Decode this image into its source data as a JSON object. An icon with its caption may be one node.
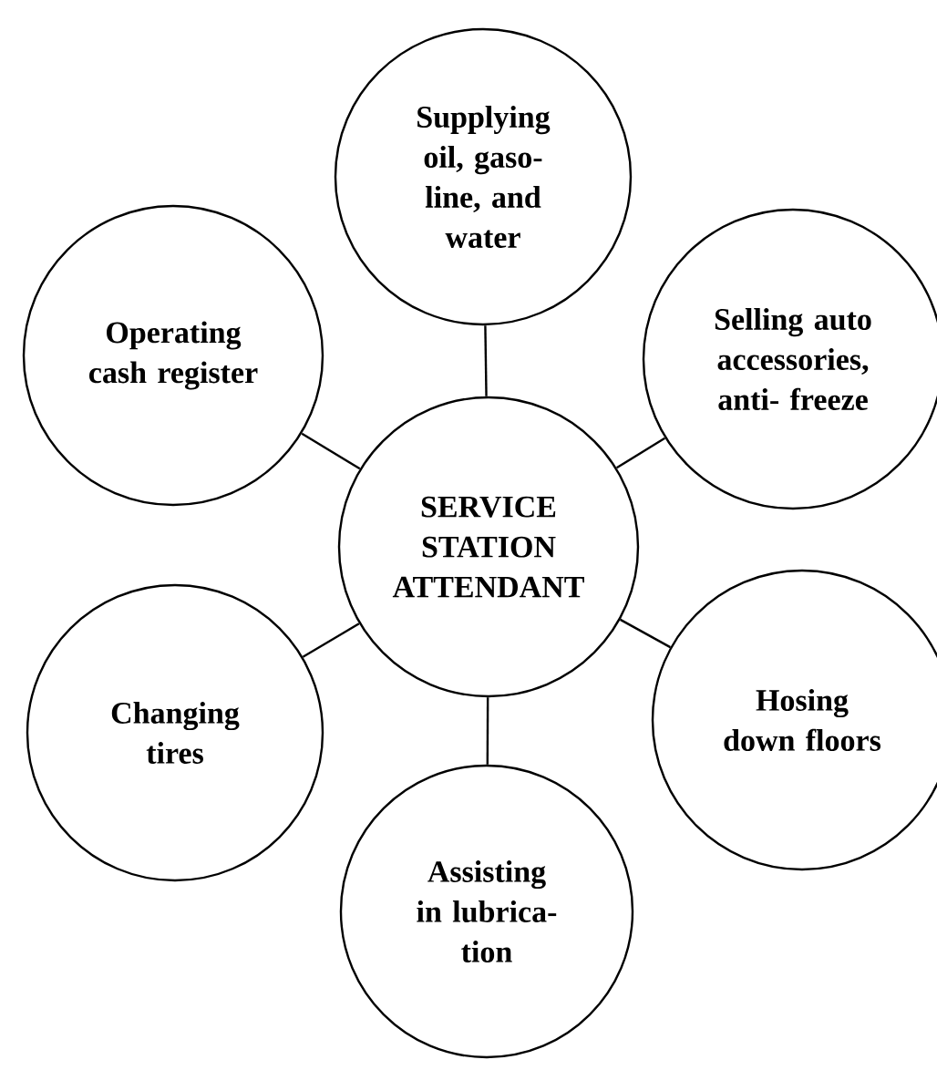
{
  "diagram": {
    "nodes": [
      {
        "text": [
          "Supplying oil, gaso- line, and water"
        ]
      },
      {
        "text": [
          "Operating cash register"
        ]
      },
      {
        "text": [
          "Selling auto accessories, anti- freeze"
        ]
      },
      {
        "text": [
          "SERVICE STATION ATTENDANT"
        ]
      },
      {
        "text": [
          "Changing tires"
        ]
      },
      {
        "text": [
          "Hosing down floors"
        ]
      },
      {
        "text": [
          "Assisting in lubrica- tion"
        ]
      }
    ],
    "edges": [
      {
        "from": 3,
        "to": 0,
        "arrow": "none"
      },
      {
        "from": 3,
        "to": 1,
        "arrow": "none"
      },
      {
        "from": 3,
        "to": 2,
        "arrow": "none"
      },
      {
        "from": 3,
        "to": 4,
        "arrow": "none"
      },
      {
        "from": 3,
        "to": 5,
        "arrow": "none"
      },
      {
        "from": 3,
        "to": 6,
        "arrow": "none"
      }
    ]
  }
}
